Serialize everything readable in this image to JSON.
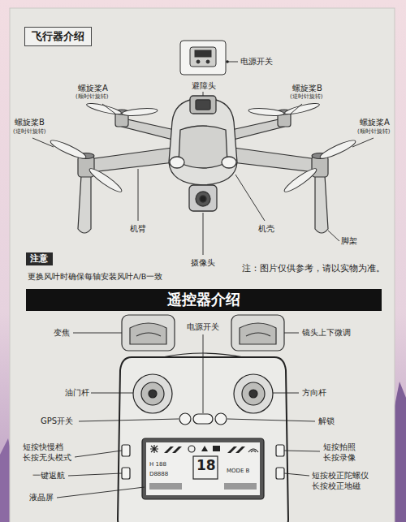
{
  "diagram": {
    "title": "飞行器介绍",
    "nodes": [
      {
        "text": [
          "注意"
        ]
      },
      {
        "text": [
          "遥控器介绍"
        ]
      }
    ],
    "labels": [
      "电源开关",
      "避障头",
      "螺旋桨A",
      "(顺时针旋转)",
      "螺旋桨B",
      "(逆时针旋转)",
      "螺旋桨B",
      "(逆时针旋转)",
      "螺旋桨A",
      "(顺时针旋转)",
      "机臂",
      "摄像头",
      "机壳",
      "脚架",
      "更换风叶时确保每轴安装风叶A/B一致",
      "注：图片仅供参考，请以实物为准。",
      "变焦",
      "电源开关",
      "镜头上下微调",
      "油门杆",
      "方向杆",
      "GPS开关",
      "解锁",
      "短按快慢档",
      "长按无头模式",
      "一键返航",
      "液晶屏",
      "短按拍照",
      "长按录像",
      "短按校正陀螺仪",
      "长按校正地磁",
      "H 188",
      "D8888",
      "18",
      "MODE B"
    ]
  }
}
